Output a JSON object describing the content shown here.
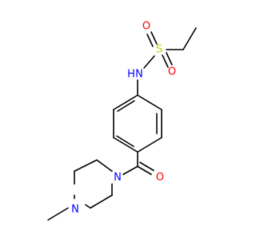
{
  "molecule": {
    "atom_labels": {
      "s": "S",
      "o_left": "O",
      "o_right": "O",
      "nh": "N",
      "h": "H",
      "o_carbonyl": "O",
      "n_amide": "N",
      "n_methyl": "N"
    },
    "colors": {
      "bond": "#000000",
      "sulfur": "#c8c800",
      "oxygen": "#ff0000",
      "nitrogen": "#0000ff"
    }
  }
}
